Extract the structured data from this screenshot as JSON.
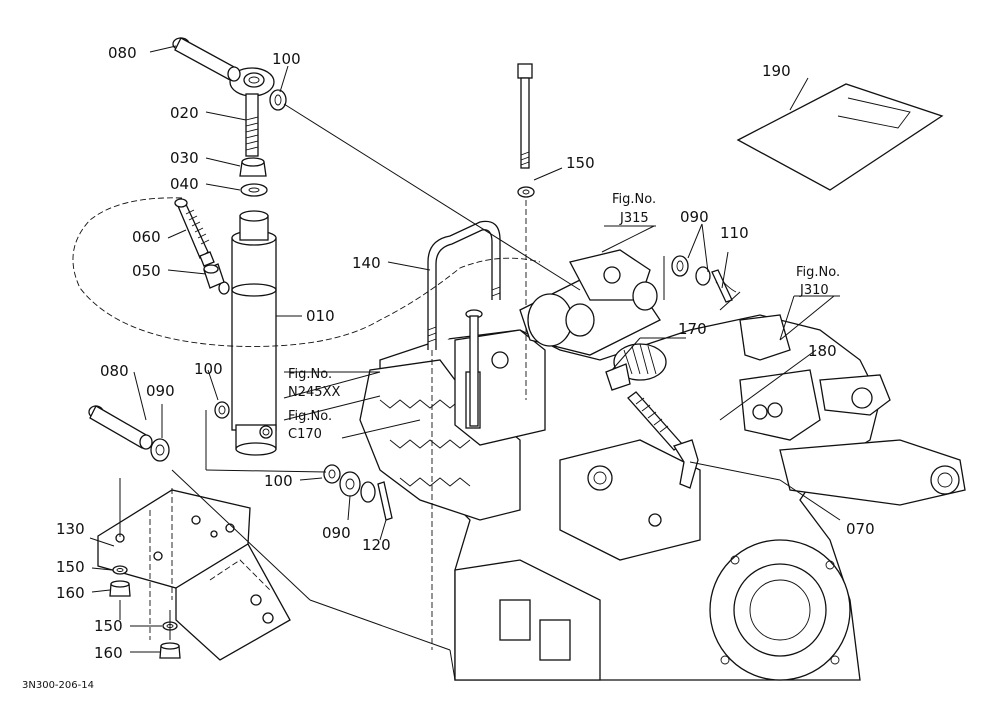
{
  "diagram": {
    "callouts": {
      "c080a": "080",
      "c100a": "100",
      "c020": "020",
      "c030": "030",
      "c040": "040",
      "c060": "060",
      "c050": "050",
      "c010": "010",
      "c140": "140",
      "c150a": "150",
      "c190": "190",
      "c090a": "090",
      "c110": "110",
      "c170": "170",
      "c180": "180",
      "c080b": "080",
      "c090b": "090",
      "c100b": "100",
      "c100c": "100",
      "c090c": "090",
      "c120": "120",
      "c130": "130",
      "c150b": "150",
      "c160a": "160",
      "c150c": "150",
      "c160b": "160",
      "c070": "070"
    },
    "refs": {
      "j315_l1": "Fig.No.",
      "j315_l2": "J315",
      "j310_l1": "Fig.No.",
      "j310_l2": "J310",
      "n245_l1": "Fig.No.",
      "n245_l2": "N245XX",
      "c170_l1": "Fig.No.",
      "c170_l2": "C170"
    },
    "drawing_code": "3N300-206-14"
  }
}
